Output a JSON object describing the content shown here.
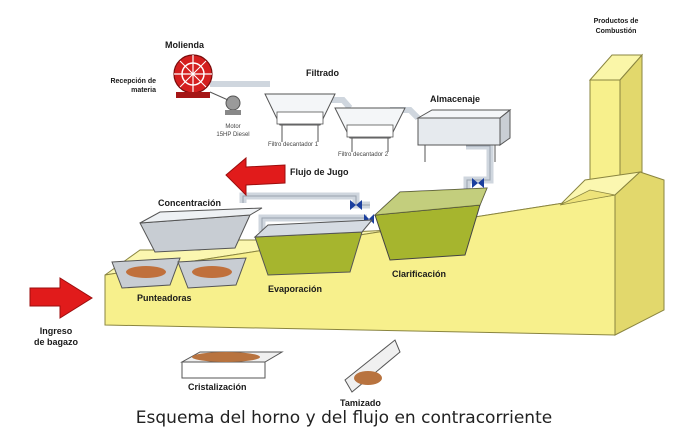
{
  "labels": {
    "molienda": "Molienda",
    "recepcion_line1": "Recepción de",
    "recepcion_line2": "materia",
    "motor_line1": "Motor",
    "motor_line2": "15HP Diesel",
    "filtrado": "Filtrado",
    "filtro1": "Filtro decantador 1",
    "filtro2": "Filtro decantador 2",
    "almacenaje": "Almacenaje",
    "productos_line1": "Productos de",
    "productos_line2": "Combustión",
    "flujo_jugo": "Flujo de Jugo",
    "concentracion": "Concentración",
    "evaporacion": "Evaporación",
    "clarificacion": "Clarificación",
    "punteadoras": "Punteadoras",
    "ingreso_line1": "Ingreso",
    "ingreso_line2": "de bagazo",
    "cristalizacion": "Cristalización",
    "tamizado": "Tamizado"
  },
  "caption": "Esquema del horno y del flujo en contracorriente",
  "colors": {
    "furnace": "#f7f08c",
    "furnace_edge": "#8a8540",
    "arrow": "#e11b1b",
    "liquid": "#a6b52e",
    "pan_brown": "#c0703c",
    "pipe": "#e3e8ee",
    "valve": "#1b3f9e",
    "mill": "#d41f1f"
  }
}
